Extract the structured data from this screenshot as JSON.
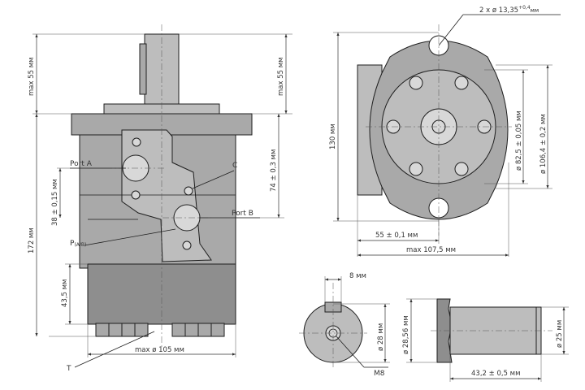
{
  "side_view": {
    "shaft_height_left": "max 55 мм",
    "shaft_height_right": "max 55 мм",
    "total_height": "172 мм",
    "port_axis_height": "38 ± 0,15 мм",
    "flange_to_port": "74 ± 0,3 мм",
    "rear_height": "43,5 мм",
    "body_diameter": "max ø 105 мм",
    "port_a": "Port A",
    "port_b": "Port B",
    "port_c": "C",
    "port_p_main": "P",
    "port_p_sub": "(A/B)",
    "port_t": "T"
  },
  "front_view": {
    "mount_holes": "2 x ø 13,35",
    "mount_holes_tol": "+0,4",
    "mount_holes_unit": "мм",
    "height": "130 мм",
    "bolt_circle": "ø 82,5 ± 0,05 мм",
    "pilot_diameter": "ø 106,4 ± 0,2 мм",
    "offset": "55 ± 0,1 мм",
    "width": "max 107,5 мм"
  },
  "shaft_end_view": {
    "key_width": "8 мм",
    "shaft_diameter": "ø 28 мм",
    "thread": "M8"
  },
  "shaft_side_view": {
    "key_height": "ø 28,56 мм",
    "shaft_diameter": "ø 25 мм",
    "shaft_length": "43,2 ± 0,5 мм"
  }
}
